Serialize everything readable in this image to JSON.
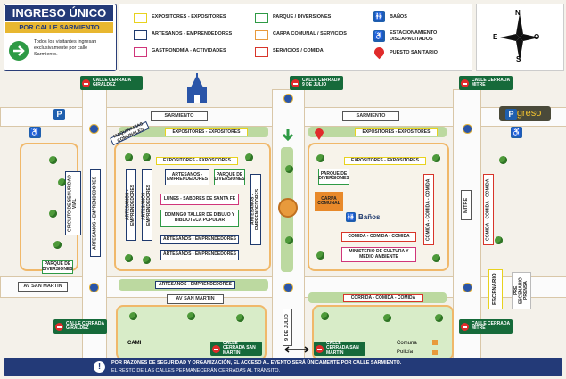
{
  "header": {
    "title": "INGRESO ÚNICO",
    "subtitle": "POR CALLE SARMIENTO",
    "note": "Todos los visitantes ingresan exclusivamente por calle Sarmiento."
  },
  "legend": {
    "items": [
      {
        "label": "EXPOSITORES - EXPOSITORES",
        "color": "#e8d21e"
      },
      {
        "label": "ARTESANOS - EMPRENDEDORES",
        "color": "#1f3a6e"
      },
      {
        "label": "GASTRONOMÍA - ACTIVIDADES",
        "color": "#d0357a"
      },
      {
        "label": "PARQUE / DIVERSIONES",
        "color": "#2e9a45"
      },
      {
        "label": "CARPA COMUNAL / SERVICIOS",
        "color": "#e89a3c"
      },
      {
        "label": "SERVICIOS / COMIDA",
        "color": "#d8352a"
      }
    ],
    "icons": [
      {
        "label": "BAÑOS",
        "icon": "restroom-icon"
      },
      {
        "label": "ESTACIONAMIENTO DISCAPACITADOS",
        "icon": "accessible-parking-icon"
      },
      {
        "label": "PUESTO SANITARIO",
        "icon": "first-aid-icon"
      }
    ]
  },
  "compass": {
    "n": "N",
    "s": "S",
    "e": "E",
    "o": "O"
  },
  "ingreso_badge": "Ingreso",
  "closed_streets": {
    "giraldez_top": "CALLE CERRADA GIRALDEZ",
    "julio_top": "CALLE CERRADA 9 DE JULIO",
    "mitre_top": "CALLE CERRADA MITRE",
    "giraldez_bottom": "CALLE CERRADA GIRALDEZ",
    "mitre_bottom": "CALLE CERRADA MITRE",
    "sanmartin_left": "CALLE CERRADA SAN MARTIN",
    "sanmartin_right": "CALLE CERRADA SAN MARTIN"
  },
  "streets": {
    "sarmiento_left": "SARMIENTO",
    "sarmiento_right": "SARMIENTO",
    "av_san_martin_left": "AV SAN MARTIN",
    "av_san_martin_center": "AV SAN MARTIN",
    "nueve_julio": "9 DE JULIO",
    "mitre": "MITRE",
    "circuito": "CIRCUITO DE SEGURIDAD VIAL"
  },
  "stands": {
    "maquinarias": "MAQUINARIAS COMUNALES",
    "exp_top_left": "EXPOSITORES - EXPOSITORES",
    "exp_top_right": "EXPOSITORES - EXPOSITORES",
    "exp_block_left": "EXPOSITORES - EXPOSITORES",
    "exp_block_right": "EXPOSITORES - EXPOSITORES",
    "art_vert_1": "ARTESANOS - EMPRENDEDORES",
    "art_vert_2": "ARTESANOS - EMPRENDEDORES",
    "art_vert_3": "ARTESANOS - EMPRENDEDORES",
    "art_vert_4": "ARTESANOS - EMPRENDEDORES",
    "art_box_1": "ARTESANOS - EMPRENDEDORES",
    "parque_div_1": "PARQUE DE DIVERSIONES",
    "lunes": "LUNES - SABORES DE SANTA FE",
    "domingo": "DOMINGO TALLER DE DIBUJO Y BIBLIOTECA POPULAR",
    "art_box_2": "ARTESANOS - EMPRENDEDORES",
    "art_box_3": "ARTESANOS - EMPRENDEDORES",
    "parque_div_2": "PARQUE DE DIVERSIONES",
    "carpa": "CARPA COMUNAL",
    "banos": "Baños",
    "comida_1": "COMIDA - COMIDA - COMIDA",
    "ministerio": "MINISTERIO DE CULTURA Y MEDIO AMBIENTE",
    "comida_vert_1": "COMIDA - COMIDA - COMIDA",
    "comida_vert_2": "COMIDA - COMIDA - COMIDA",
    "parque_div_3": "PARQUE DE DIVERSIONES",
    "art_strip": "ARTESANOS - EMPRENDEDORES",
    "comida_strip": "CORRIDA - COMIDA - COMIDA",
    "escenario": "ESCENARIO",
    "pre_escenario": "PRE ESCENARIO PRENSA",
    "cami": "CAMI",
    "comuna": "Comuna",
    "policia": "Policía"
  },
  "footer": {
    "line1": "POR RAZONES DE SEGURIDAD Y ORGANIZACIÓN, EL ACCESO AL EVENTO SERÁ ÚNICAMENTE POR CALLE SARMIENTO.",
    "line2": "EL RESTO DE LAS CALLES PERMANECERÁN CERRADAS AL TRÁNSITO."
  }
}
